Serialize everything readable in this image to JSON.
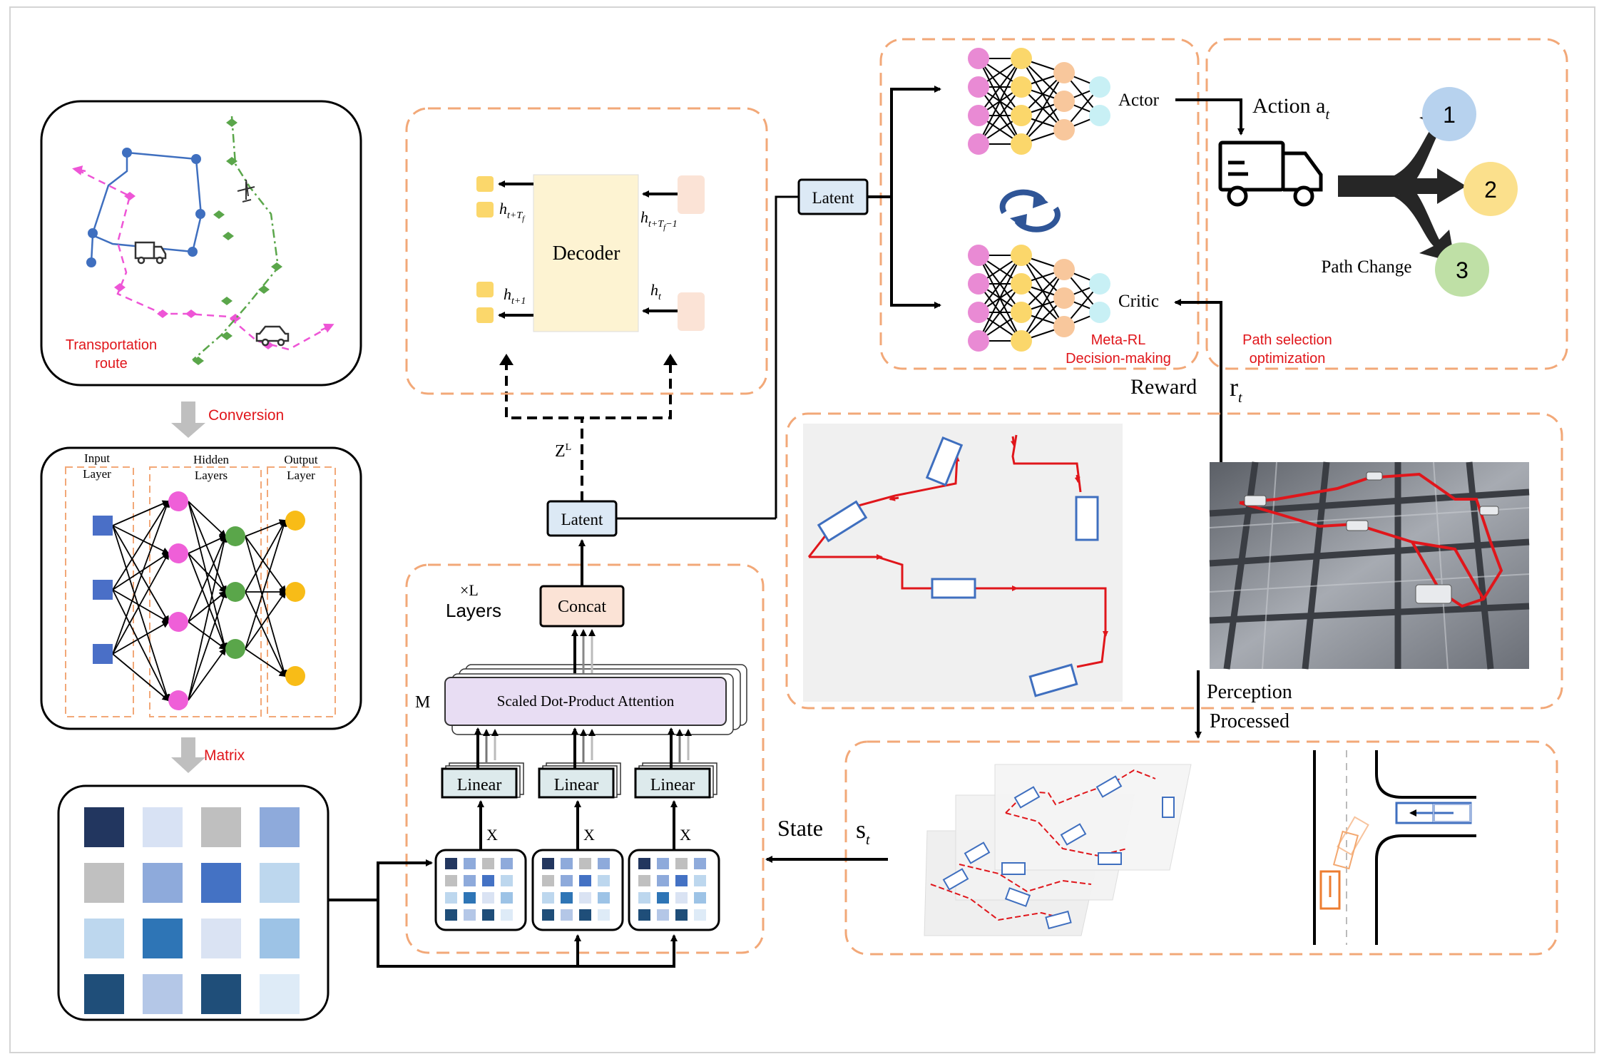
{
  "labels": {
    "transportation_route": [
      "Transportation",
      "route"
    ],
    "conversion": "Conversion",
    "matrix": "Matrix",
    "input_layer": [
      "Input",
      "Layer"
    ],
    "hidden_layers": [
      "Hidden",
      "Layers"
    ],
    "output_layer": [
      "Output",
      "Layer"
    ],
    "decoder": "Decoder",
    "h_t_tf": "h",
    "h_sub_t_tf": "t+T",
    "h_sub_t_tf_f": "f",
    "h_t_tf_1": "h",
    "h_sub_t_tf_1": "t+T",
    "h_sub_t_tf_1_f": "f",
    "h_sub_t_tf_1_minus": "−1",
    "h_t1": "h",
    "h_sub_t1": "t+1",
    "h_t": "h",
    "h_sub_t": "t",
    "z_l": "Z",
    "z_l_sup": "L",
    "latent_main": "Latent",
    "latent_top": "Latent",
    "concat": "Concat",
    "times_l": "×L",
    "layers": "Layers",
    "m": "M",
    "attention": "Scaled Dot-Product Attention",
    "linear": "Linear",
    "x": "X",
    "actor": "Actor",
    "critic": "Critic",
    "meta_rl": [
      "Meta-RL",
      "Decision-making"
    ],
    "action": "Action a",
    "action_sub": "t",
    "path_change": "Path Change",
    "path_options": [
      "1",
      "2",
      "3"
    ],
    "path_selection": [
      "Path selection",
      "optimization"
    ],
    "reward": "Reward",
    "reward_r": "r",
    "reward_sub": "t",
    "perception": "Perception",
    "processed": "Processed",
    "state": "State",
    "state_s": "s",
    "state_sub": "t"
  },
  "colors": {
    "dash_border": "#f2a878",
    "red_label": "#e0161b",
    "route_blue": "#3f6fbf",
    "route_pink": "#ee55d6",
    "route_green": "#5aa64a",
    "decoder_fill": "#fdf3d2",
    "concat_fill": "#fbe3d6",
    "latent_fill": "#dce9f5",
    "attention_fill": "#e8ddf3",
    "linear_fill": "#ddeaec",
    "circle1": "#b7d2ee",
    "circle2": "#fbe08c",
    "circle3": "#bfe0a6",
    "nn_pink": "#e98ad4",
    "nn_yellow": "#fbd76b",
    "nn_orange": "#f8c79c",
    "nn_cyan": "#c8f0f5",
    "nn_input": "#4a6fc7",
    "nn_hidden1": "#ef5fd8",
    "nn_hidden2": "#5aa64a",
    "nn_output": "#f8bc17"
  },
  "matrix": {
    "big": [
      [
        "#22365f",
        "#d8e2f4",
        "#bfbfbf",
        "#8eaadb"
      ],
      [
        "#c0c0c0",
        "#8eaadb",
        "#4472c4",
        "#bdd7ee"
      ],
      [
        "#bdd7ee",
        "#2e75b6",
        "#dae3f3",
        "#9dc3e6"
      ],
      [
        "#1f4e79",
        "#b4c7e7",
        "#1f4e79",
        "#deebf7"
      ]
    ],
    "small": [
      [
        "#22365f",
        "#8eaadb",
        "#bfbfbf",
        "#8eaadb"
      ],
      [
        "#c0c0c0",
        "#8eaadb",
        "#4472c4",
        "#bdd7ee"
      ],
      [
        "#bdd7ee",
        "#2e75b6",
        "#dae3f3",
        "#9dc3e6"
      ],
      [
        "#1f4e79",
        "#b4c7e7",
        "#1f4e79",
        "#deebf7"
      ]
    ]
  }
}
